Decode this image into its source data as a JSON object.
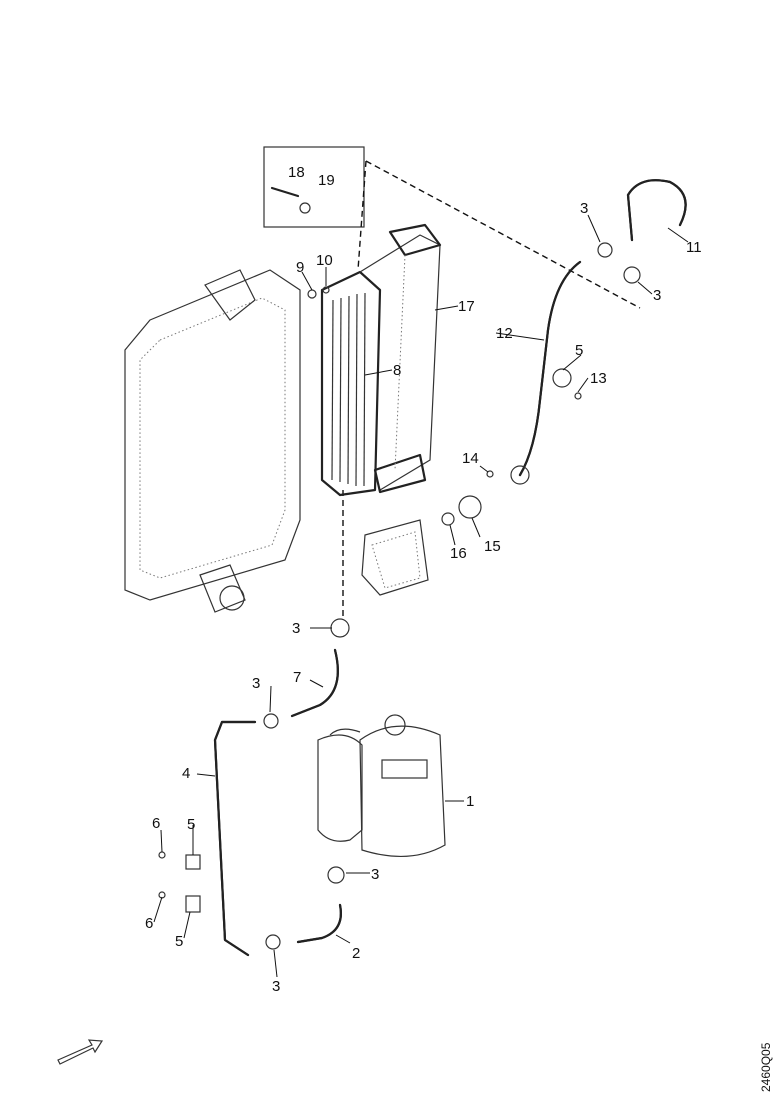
{
  "figure_ref": "2460Q05",
  "callouts": {
    "c1": "1",
    "c2": "2",
    "c3a": "3",
    "c3b": "3",
    "c3c": "3",
    "c3d": "3",
    "c3e": "3",
    "c3f": "3",
    "c4": "4",
    "c5a": "5",
    "c5b": "5",
    "c5c": "5",
    "c6a": "6",
    "c6b": "6",
    "c7": "7",
    "c8": "8",
    "c9": "9",
    "c10": "10",
    "c11": "11",
    "c12": "12",
    "c13": "13",
    "c14": "14",
    "c15": "15",
    "c16": "16",
    "c17": "17",
    "c18": "18",
    "c19": "19"
  }
}
